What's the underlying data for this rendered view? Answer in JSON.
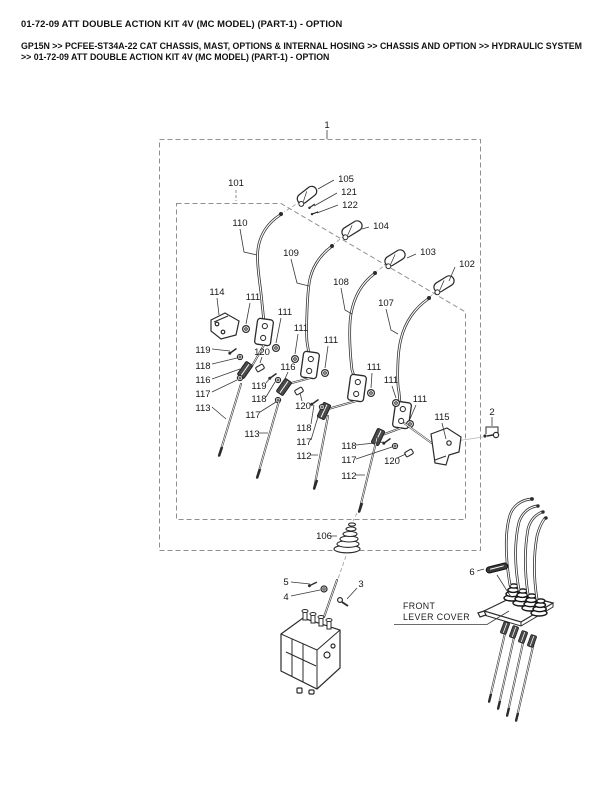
{
  "page": {
    "title": "01-72-09 ATT DOUBLE ACTION KIT 4V (MC MODEL) (PART-1) - OPTION",
    "breadcrumb_line1": "GP15N >> PCFEE-ST34A-22 CAT CHASSIS, MAST, OPTIONS & INTERNAL HOSING >> CHASSIS AND OPTION >> HYDRAULIC SYSTEM",
    "breadcrumb_line2": ">> 01-72-09 ATT DOUBLE ACTION KIT 4V (MC MODEL) (PART-1) - OPTION"
  },
  "diagram": {
    "annotations": {
      "front_cover_line1": "FRONT",
      "front_cover_line2": "LEVER COVER"
    },
    "parts": {
      "p1": "1",
      "p2": "2",
      "p3": "3",
      "p4": "4",
      "p5": "5",
      "p6": "6",
      "p101": "101",
      "p102": "102",
      "p103": "103",
      "p104": "104",
      "p105": "105",
      "p106": "106",
      "p107": "107",
      "p108": "108",
      "p109": "109",
      "p110": "110",
      "p111": "111",
      "p112": "112",
      "p113": "113",
      "p114": "114",
      "p115": "115",
      "p116": "116",
      "p117": "117",
      "p118": "118",
      "p119": "119",
      "p120": "120",
      "p121": "121",
      "p122": "122"
    }
  }
}
